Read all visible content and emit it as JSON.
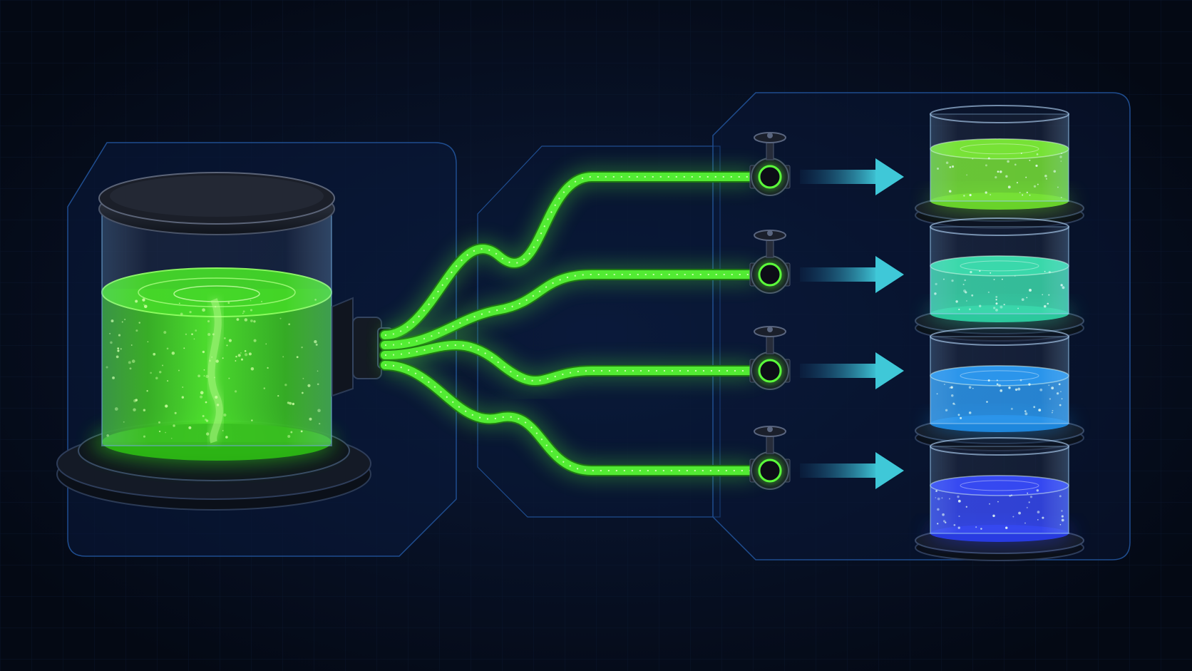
{
  "colors": {
    "background": "#050b1a",
    "panel_stroke": "#1f4d8f",
    "source_liquid": "#39e21a",
    "pipe_glow": "#5cff3a",
    "arrow": "#3fc8d8",
    "outputs": [
      "#6fe02a",
      "#2fd6a6",
      "#1f8fea",
      "#2a3ef0"
    ]
  },
  "icons": {
    "source": "mixing-tank-icon",
    "valve": "valve-wheel-icon",
    "arrow": "flow-arrow-icon",
    "output": "collection-vessel-icon"
  },
  "outputs": [
    {
      "name": "output-vessel-1",
      "fill_level": 0.6
    },
    {
      "name": "output-vessel-2",
      "fill_level": 0.55
    },
    {
      "name": "output-vessel-3",
      "fill_level": 0.55
    },
    {
      "name": "output-vessel-4",
      "fill_level": 0.55
    }
  ],
  "source": {
    "fill_level": 0.62
  }
}
